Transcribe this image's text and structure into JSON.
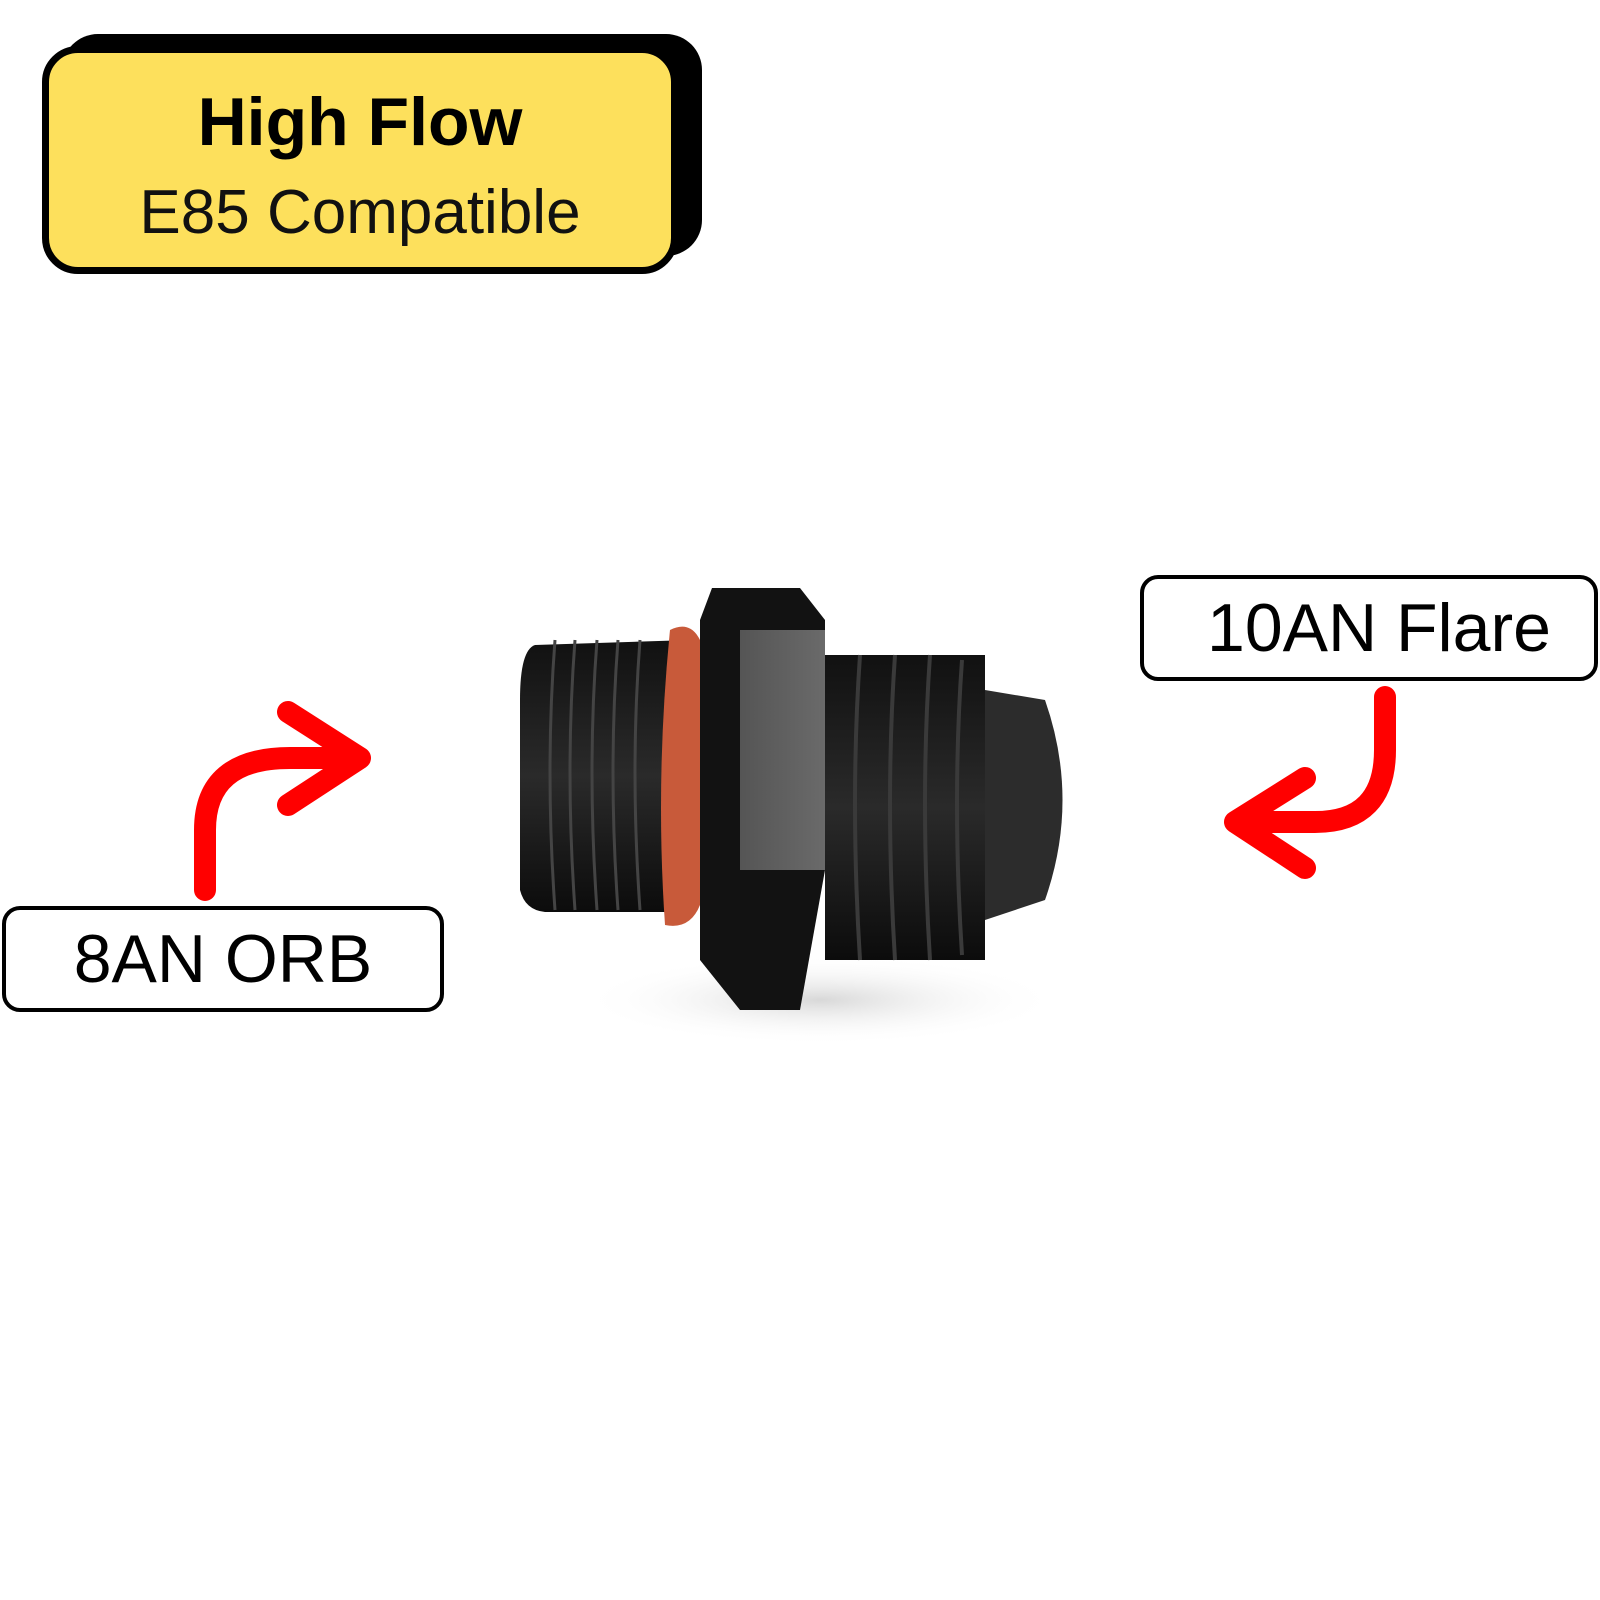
{
  "badge": {
    "title": "High Flow",
    "subtitle": "E85 Compatible",
    "color": "#fde05c"
  },
  "labels": {
    "left": "8AN ORB",
    "right": "10AN Flare"
  },
  "arrow_color": "#ff0000"
}
